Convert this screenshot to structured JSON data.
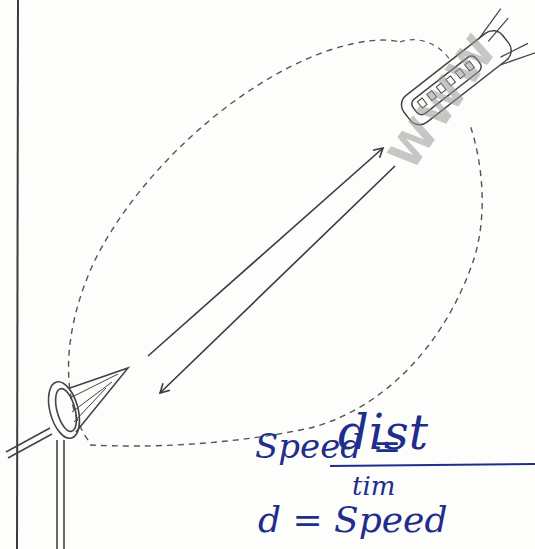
{
  "diagram": {
    "labels": [
      "WWW",
      "Speed =",
      "dist",
      "tim",
      "d = Speed"
    ]
  }
}
